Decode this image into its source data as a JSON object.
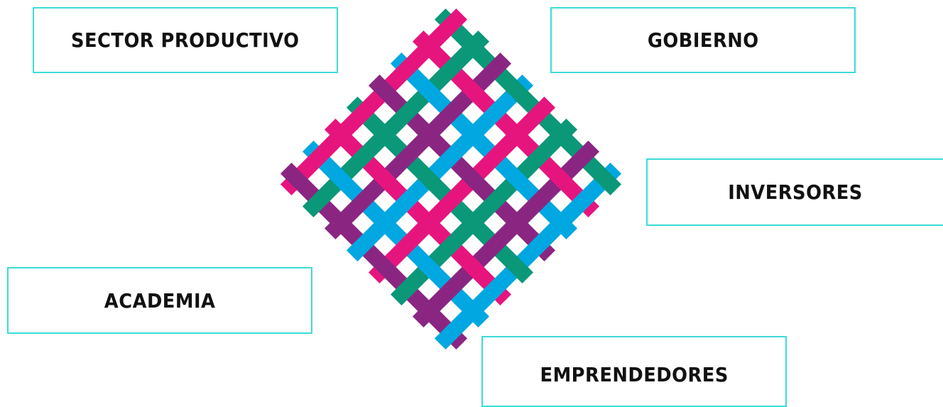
{
  "labels": {
    "sector_productivo": "SECTOR PRODUCTIVO",
    "gobierno": "GOBIERNO",
    "inversores": "INVERSORES",
    "academia": "ACADEMIA",
    "emprendedores": "EMPRENDEDORES"
  },
  "weave": {
    "icon": "woven-lattice-icon",
    "colors": [
      "#8a2682",
      "#00a7e1",
      "#e6157e",
      "#0a9878"
    ]
  },
  "colors": {
    "box_border": "#3cdcd8",
    "text": "#111111",
    "background": "#ffffff"
  }
}
